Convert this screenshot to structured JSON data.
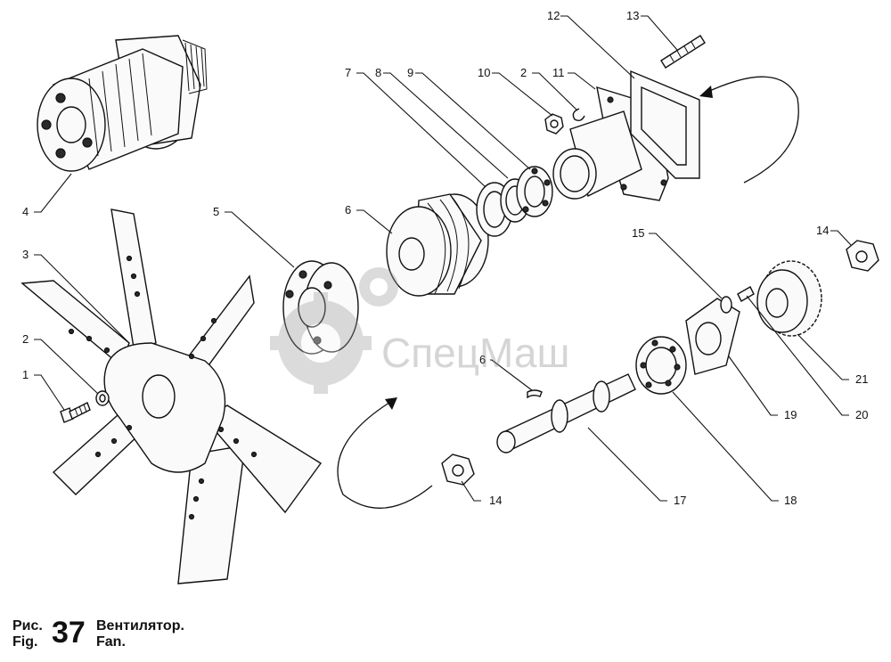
{
  "caption": {
    "prefix_ru": "Рис.",
    "prefix_en": "Fig.",
    "number": "37",
    "title_ru": "Вентилятор.",
    "title_en": "Fan."
  },
  "watermark": {
    "text": "СпецМаш"
  },
  "callouts": [
    "1",
    "2",
    "2",
    "3",
    "4",
    "5",
    "6",
    "6",
    "7",
    "8",
    "9",
    "10",
    "11",
    "12",
    "13",
    "14",
    "14",
    "15",
    "17",
    "18",
    "19",
    "20",
    "21"
  ]
}
